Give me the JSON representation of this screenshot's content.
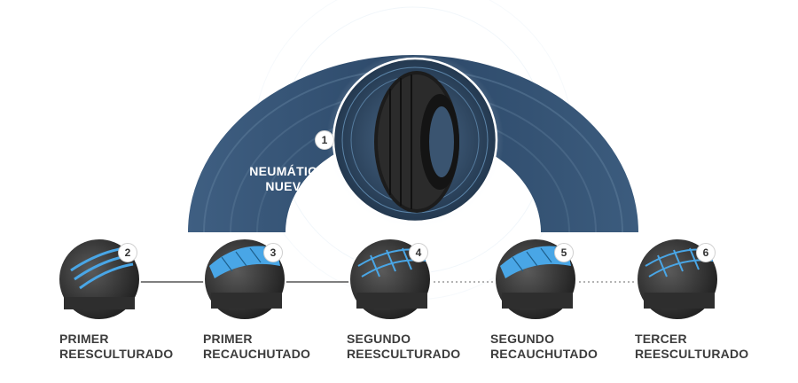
{
  "new_tire": {
    "step": "1",
    "label_line1": "NEUMÁTICO",
    "label_line2": "NUEVO"
  },
  "stages": [
    {
      "step": "2",
      "line1": "PRIMER",
      "line2": "REESCULTURADO"
    },
    {
      "step": "3",
      "line1": "PRIMER",
      "line2": "RECAUCHUTADO"
    },
    {
      "step": "4",
      "line1": "SEGUNDO",
      "line2": "REESCULTURADO"
    },
    {
      "step": "5",
      "line1": "SEGUNDO",
      "line2": "RECAUCHUTADO"
    },
    {
      "step": "6",
      "line1": "TERCER",
      "line2": "REESCULTURADO"
    }
  ],
  "colors": {
    "arc": "#2f4d6e",
    "arc_glow": "#6fa8d8",
    "tread_highlight": "#49a6e6",
    "text": "#3c3c3c",
    "connector": "#333333"
  },
  "icons": {
    "tire": "tire-icon",
    "tread_closeup": "tread-closeup-icon"
  }
}
